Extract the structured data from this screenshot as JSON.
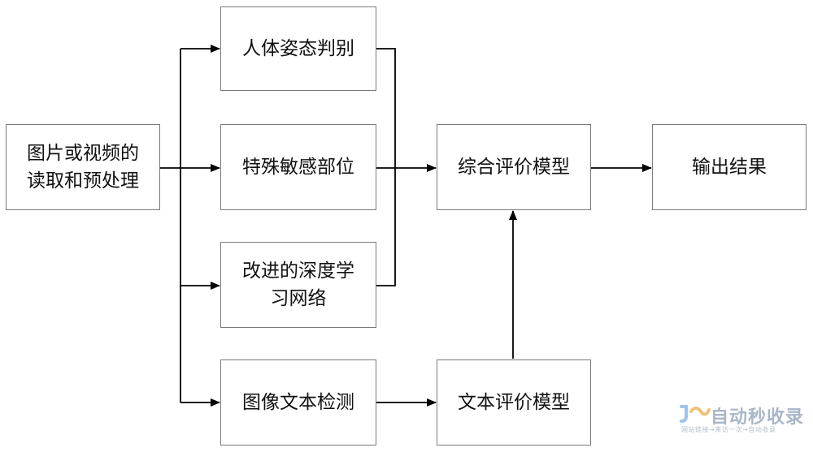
{
  "nodes": {
    "input": "图片或视频的\n读取和预处理",
    "pose": "人体姿态判别",
    "sensitive": "特殊敏感部位",
    "deep": "改进的深度学\n习网络",
    "text_detect": "图像文本检测",
    "combined": "综合评价模型",
    "output": "输出结果",
    "text_eval": "文本评价模型"
  },
  "watermark": {
    "main": "自动秒收录",
    "sub": "网站链接→来访一次→自动收录"
  },
  "colors": {
    "line": "#000000",
    "border": "#7a7a7a",
    "watermark": "#a9b6c7"
  }
}
